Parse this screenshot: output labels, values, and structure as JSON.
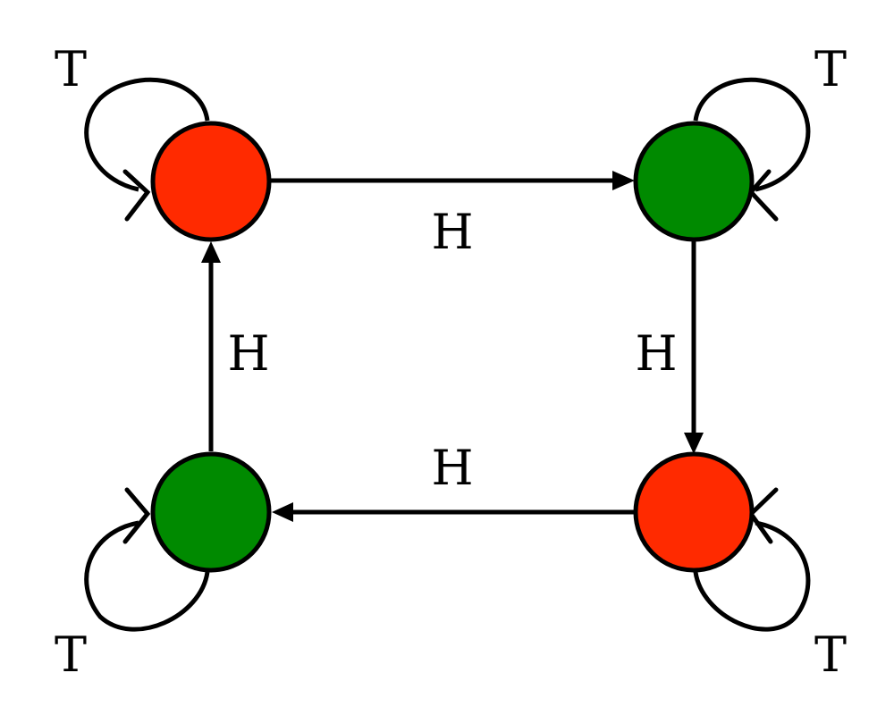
{
  "colors": {
    "red": "#ff2a00",
    "green": "#008a00",
    "stroke": "#000000"
  },
  "nodes": [
    {
      "id": "top-left",
      "color": "red"
    },
    {
      "id": "top-right",
      "color": "green"
    },
    {
      "id": "bottom-right",
      "color": "red"
    },
    {
      "id": "bottom-left",
      "color": "green"
    }
  ],
  "edges": [
    {
      "from": "top-left",
      "to": "top-right",
      "label": "H"
    },
    {
      "from": "top-right",
      "to": "bottom-right",
      "label": "H"
    },
    {
      "from": "bottom-right",
      "to": "bottom-left",
      "label": "H"
    },
    {
      "from": "bottom-left",
      "to": "top-left",
      "label": "H"
    }
  ],
  "self_loops": [
    {
      "node": "top-left",
      "label": "T"
    },
    {
      "node": "top-right",
      "label": "T"
    },
    {
      "node": "bottom-right",
      "label": "T"
    },
    {
      "node": "bottom-left",
      "label": "T"
    }
  ]
}
